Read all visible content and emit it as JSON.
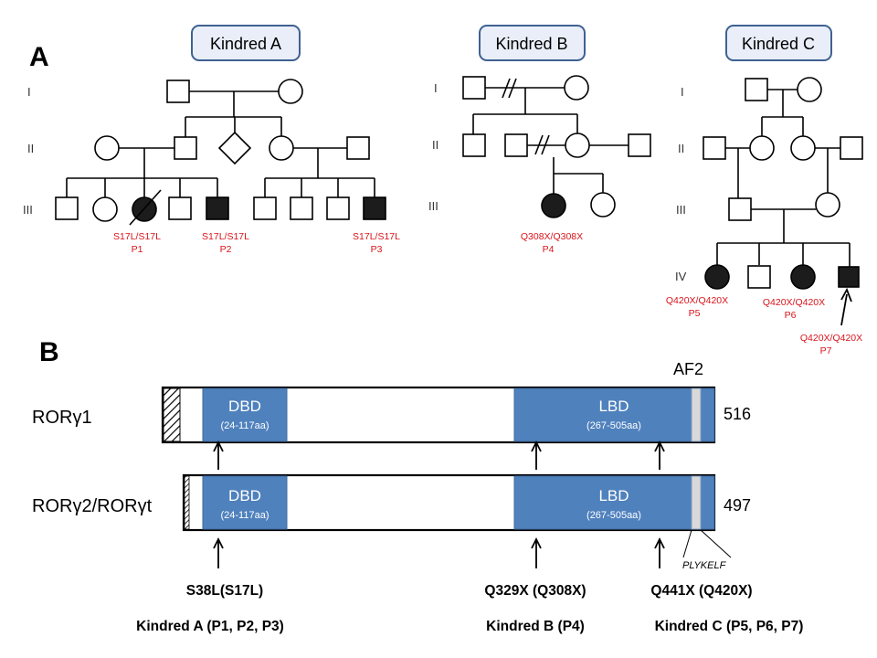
{
  "panel_a": {
    "label": "A",
    "kindreds": [
      {
        "title": "Kindred A"
      },
      {
        "title": "Kindred B"
      },
      {
        "title": "Kindred C"
      }
    ],
    "generations": [
      "I",
      "II",
      "III",
      "IV"
    ],
    "patients": [
      {
        "genotype": "S17L/S17L",
        "id": "P1"
      },
      {
        "genotype": "S17L/S17L",
        "id": "P2"
      },
      {
        "genotype": "S17L/S17L",
        "id": "P3"
      },
      {
        "genotype": "Q308X/Q308X",
        "id": "P4"
      },
      {
        "genotype": "Q420X/Q420X",
        "id": "P5"
      },
      {
        "genotype": "Q420X/Q420X",
        "id": "P6"
      },
      {
        "genotype": "Q420X/Q420X",
        "id": "P7"
      }
    ]
  },
  "panel_b": {
    "label": "B",
    "af2_label": "AF2",
    "isoforms": [
      {
        "name": "RORγ1",
        "length": "516"
      },
      {
        "name": "RORγ2/RORγt",
        "length": "497"
      }
    ],
    "domains": [
      {
        "name": "DBD",
        "range": "(24-117aa)"
      },
      {
        "name": "LBD",
        "range": "(267-505aa)"
      }
    ],
    "motif_label": "PLYKELF",
    "mutations": [
      {
        "name": "S38L(S17L)",
        "kindred": "Kindred  A (P1, P2, P3)"
      },
      {
        "name": "Q329X (Q308X)",
        "kindred": "Kindred B (P4)"
      },
      {
        "name": "Q441X (Q420X)",
        "kindred": "Kindred C (P5, P6, P7)"
      }
    ]
  }
}
